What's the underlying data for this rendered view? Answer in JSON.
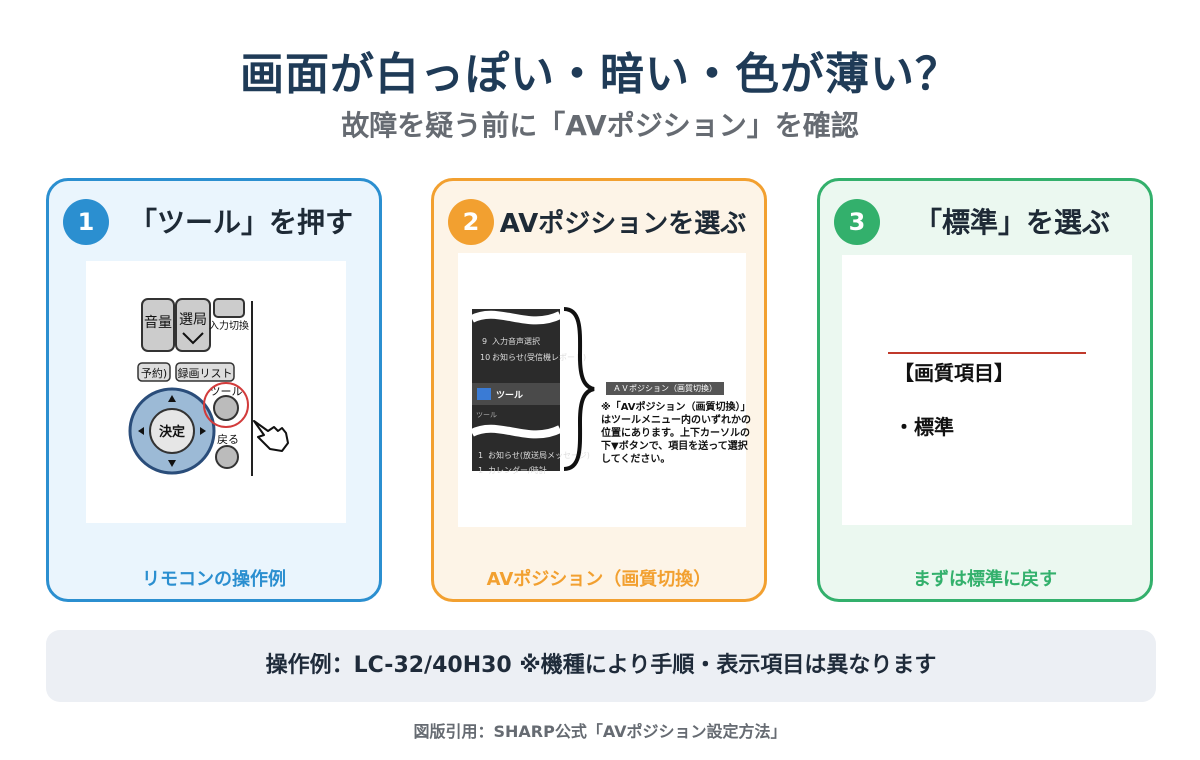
{
  "header": {
    "title": "画面が白っぽい・暗い・色が薄い？",
    "subtitle": "故障を疑う前に「AVポジション」を確認"
  },
  "steps": [
    {
      "number": "1",
      "title": "「ツール」を押す",
      "caption": "リモコンの操作例",
      "color": "#2b8fd0",
      "remote_labels": {
        "volume": "音量",
        "channel": "選局",
        "input": "入力切換",
        "reserve": "予約)",
        "recording_list": "録画リスト",
        "tool": "ツール",
        "enter": "決定",
        "back": "戻る"
      }
    },
    {
      "number": "2",
      "title": "AVポジションを選ぶ",
      "caption": "AVポジション（画質切換）",
      "color": "#f2a030",
      "menu_items": [
        "入力音声選択",
        "お知らせ(受信機レポート)",
        "ツール",
        "ツール",
        "お知らせ(放送局メッセージ)",
        "カレンダー/時計"
      ],
      "menu_numbers": [
        "9",
        "10",
        "1",
        "1"
      ],
      "menu_head": "ＡＶポジション（画質切換）",
      "note": "※「AVポジション（画質切換）」はツールメニュー内のいずれかの位置にあります。上下カーソルの下▼ボタンで、項目を送って選択してください。"
    },
    {
      "number": "3",
      "title": "「標準」を選ぶ",
      "caption": "まずは標準に戻す",
      "color": "#33b06c",
      "item_head": "【画質項目】",
      "item": "・標準"
    }
  ],
  "note_bar": "操作例：LC-32/40H30 ※機種により手順・表示項目は異なります",
  "credit": "図版引用：SHARP公式「AVポジション設定方法」"
}
